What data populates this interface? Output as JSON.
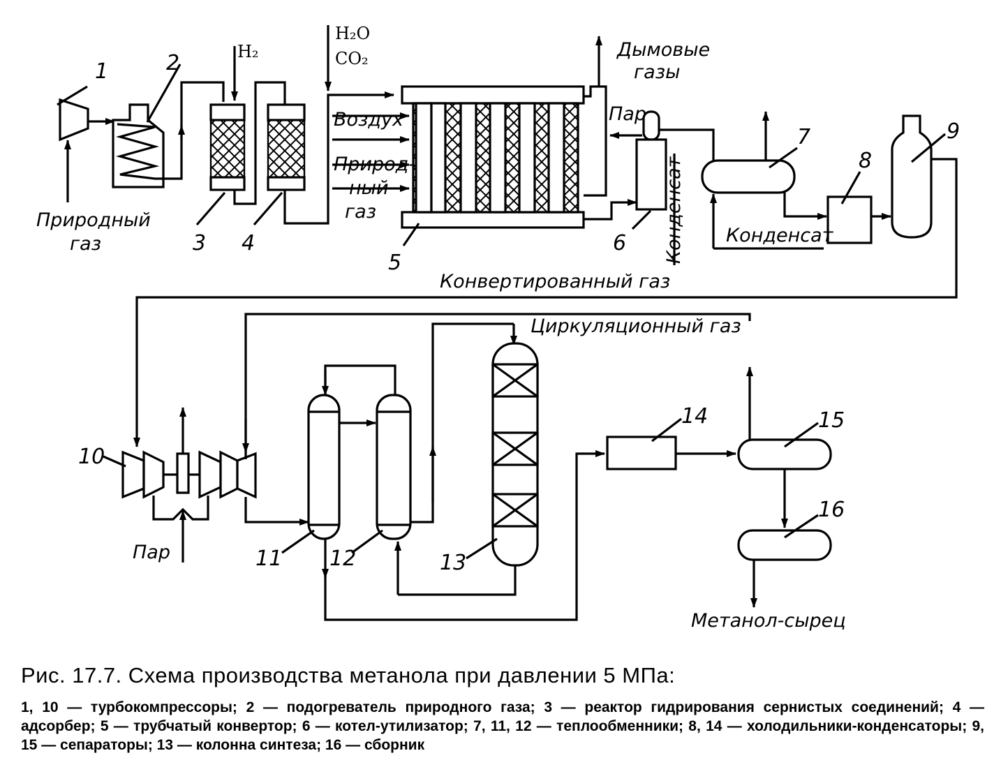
{
  "equipment_numbers": [
    "1",
    "2",
    "3",
    "4",
    "5",
    "6",
    "7",
    "8",
    "9",
    "10",
    "11",
    "12",
    "13",
    "14",
    "15",
    "16"
  ],
  "labels": {
    "natural_gas_in_1": "Природный",
    "natural_gas_in_2": "газ",
    "hydrogen": "H₂",
    "h2o": "H₂O",
    "co2": "CO₂",
    "flue_gas_1": "Дымовые",
    "flue_gas_2": "газы",
    "air": "Воздух",
    "natural_gas_conv_1": "Природ-",
    "natural_gas_conv_2": "ный",
    "natural_gas_conv_3": "газ",
    "steam_top": "Пар",
    "condensate_vertical": "Конденсат",
    "condensate": "Конденсат",
    "converted_gas": "Конвертированный газ",
    "circulation_gas": "Циркуляционный газ",
    "steam_bottom": "Пар",
    "crude_methanol": "Метанол-сырец"
  },
  "caption": {
    "title": "Рис. 17.7. Схема производства метанола при давлении 5 МПа:",
    "legend": "1, 10 — турбокомпрессоры; 2 — подогреватель природного газа; 3 — реактор гидрирования сернистых соединений; 4 — адсорбер; 5 — трубчатый конвертор; 6 — котел-утилизатор; 7, 11, 12 — теплообменники; 8, 14 — холодильники-конденсаторы; 9, 15 — сепараторы; 13 — колонна синтеза; 16 — сборник"
  }
}
